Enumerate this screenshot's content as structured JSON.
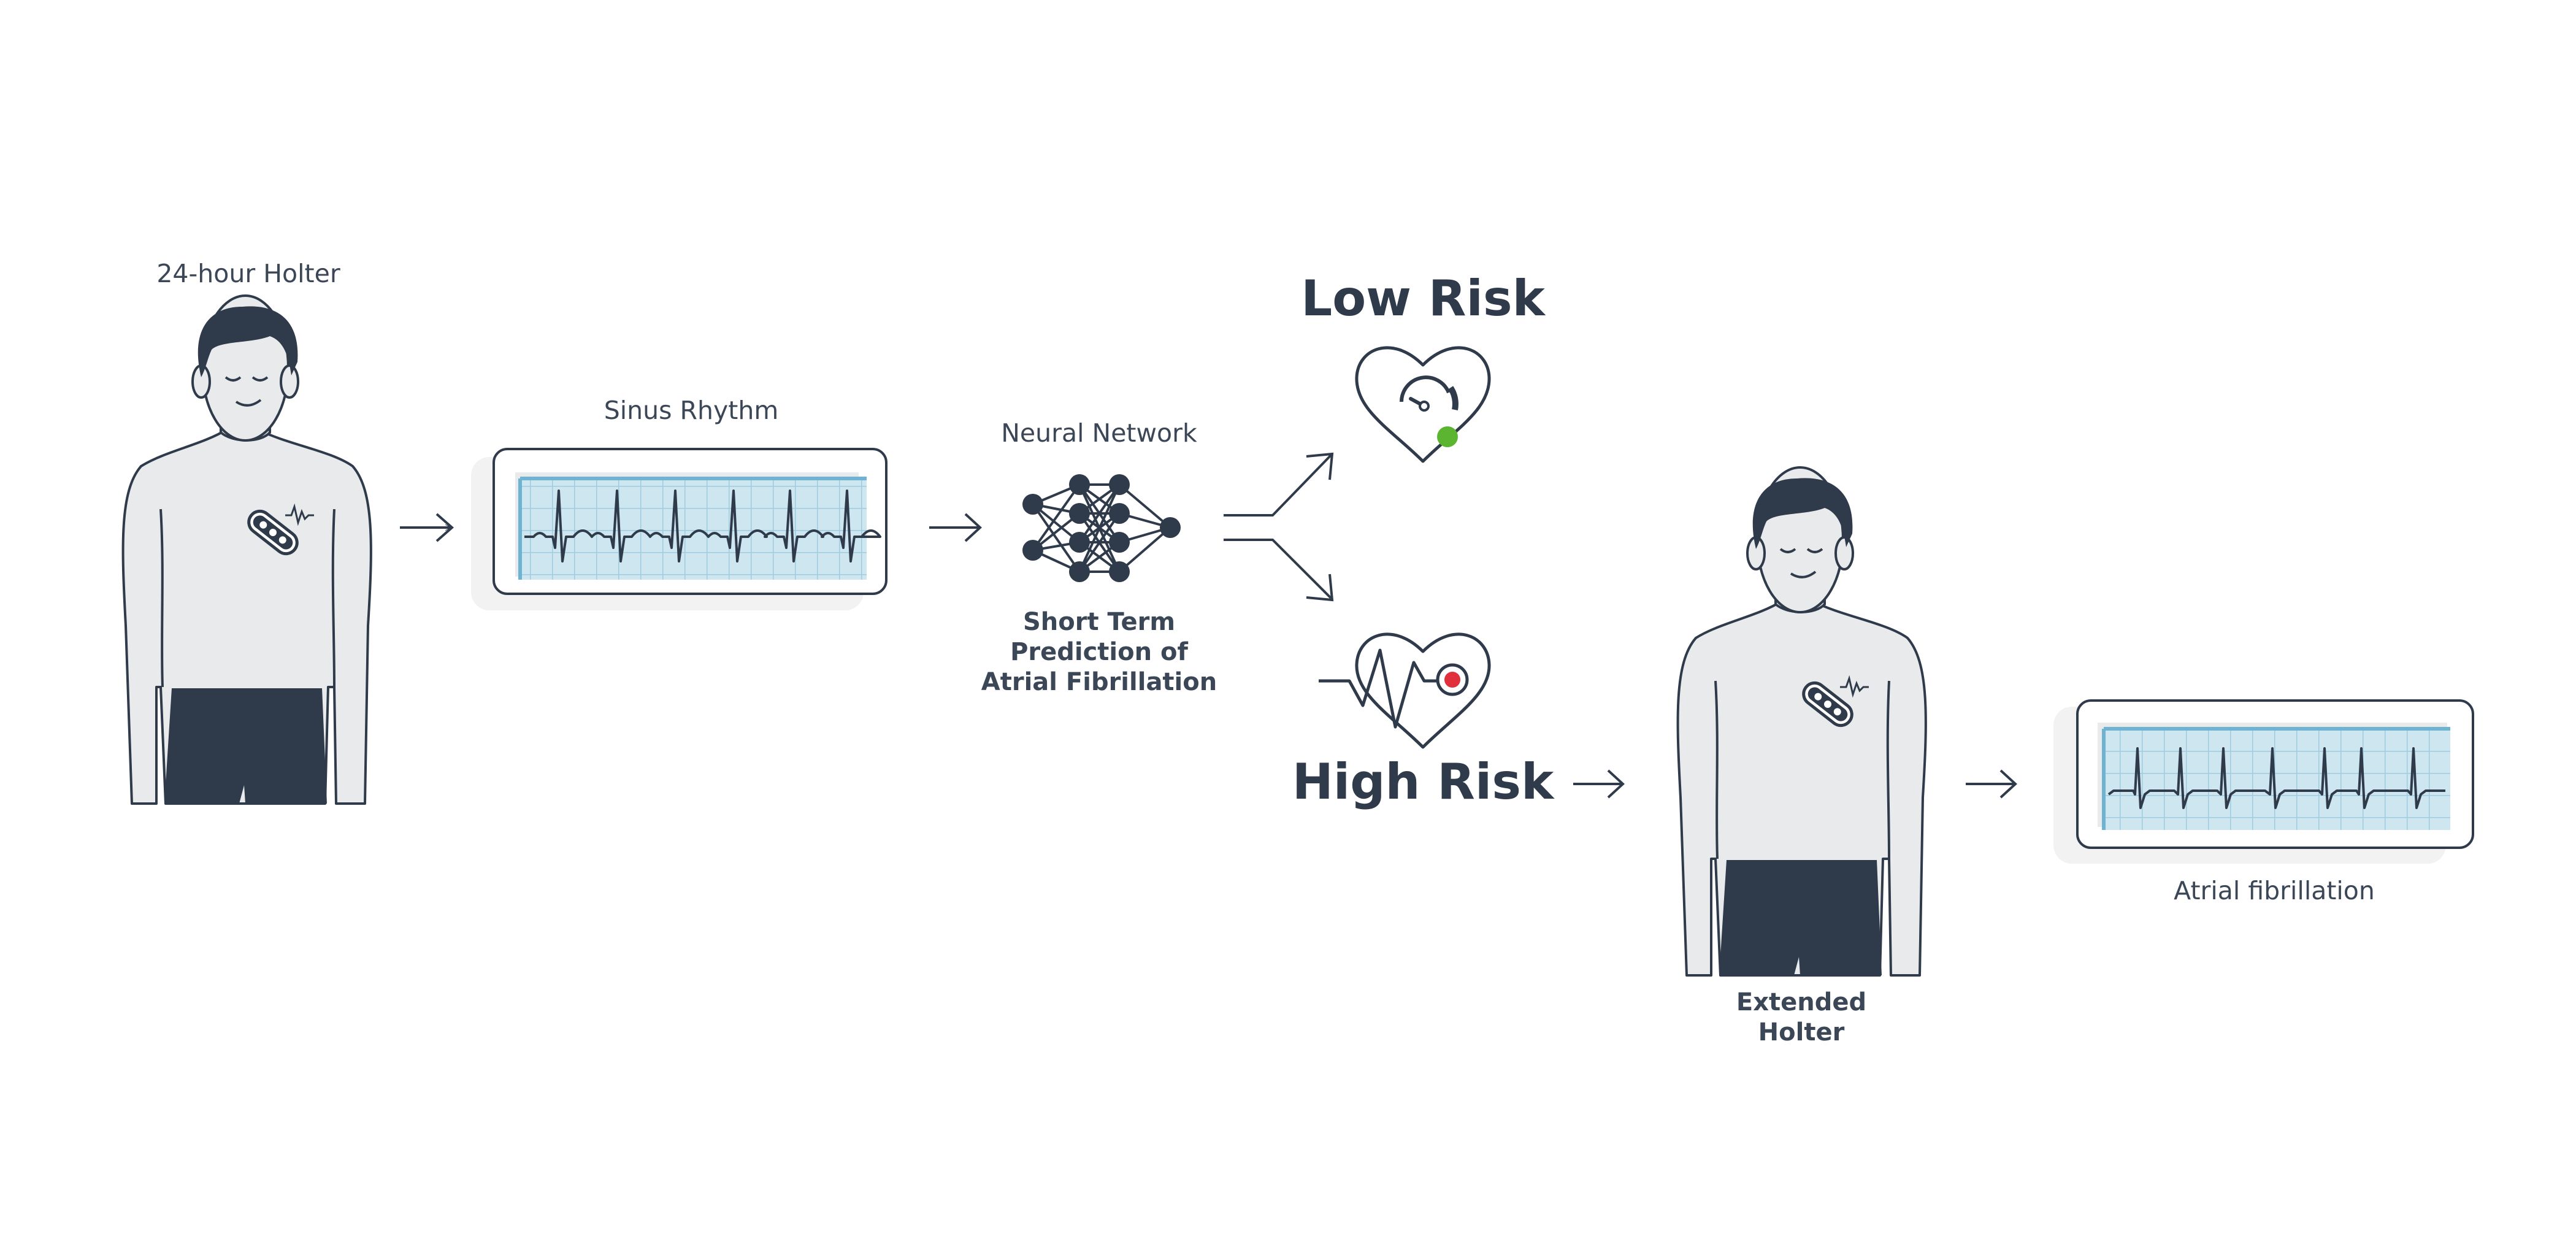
{
  "labels": {
    "holter_24h": "24-hour Holter",
    "sinus_rhythm": "Sinus Rhythm",
    "neural_network": "Neural Network",
    "prediction_line1": "Short Term",
    "prediction_line2": "Prediction of",
    "prediction_line3": "Atrial Fibrillation",
    "low_risk": "Low Risk",
    "high_risk": "High Risk",
    "extended_holter_line1": "Extended",
    "extended_holter_line2": "Holter",
    "atrial_fibrillation": "Atrial fibrillation"
  },
  "icons": {
    "patient_1": "person-with-holter-icon",
    "ecg_sinus": "ecg-sinus-rhythm-icon",
    "network": "neural-network-icon",
    "low_risk": "heart-gauge-icon",
    "high_risk": "heart-pulse-icon",
    "patient_2": "person-with-holter-icon",
    "ecg_af": "ecg-atrial-fibrillation-icon"
  },
  "colors": {
    "ink": "#2f3a4a",
    "skin": "#e9eaeb",
    "ecg_paper": "#cde6f0",
    "ecg_grid": "#9fcbe0",
    "low_risk_dot": "#5cb531",
    "high_risk_dot": "#e0303d"
  }
}
